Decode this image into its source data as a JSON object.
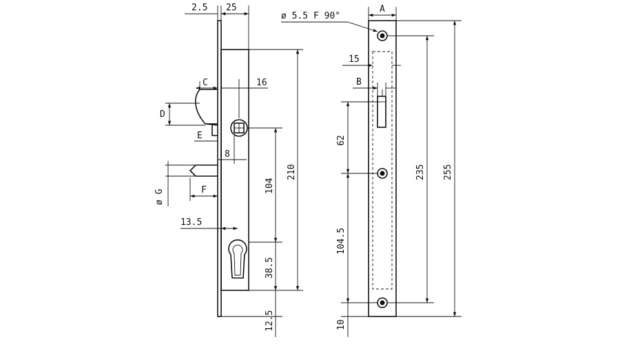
{
  "drawing": {
    "side_view": {
      "dim_plate_thickness": "2.5",
      "dim_body_depth": "25",
      "dim_hook_offset": "C",
      "dim_hook_height": "D",
      "dim_hook_gap": "E",
      "dim_backset": "16",
      "dim_hub_offset": "8",
      "dim_latch_dia": "ø G",
      "dim_latch_length": "F",
      "dim_cylinder_offset": "13.5",
      "dim_hub_to_cylinder": "104",
      "dim_hub_to_bottom": "210",
      "dim_cylinder_to_bottom": "38.5",
      "dim_bottom": "12.5"
    },
    "front_view": {
      "dim_hole": "ø 5.5  F 90°",
      "dim_width": "A",
      "dim_slot_width": "15",
      "dim_bolt_width": "B",
      "dim_bolt_to_hole": "62",
      "dim_hole_to_bottom_hole": "104.5",
      "dim_hole_spacing": "235",
      "dim_total_height": "255",
      "dim_bottom": "10"
    }
  }
}
